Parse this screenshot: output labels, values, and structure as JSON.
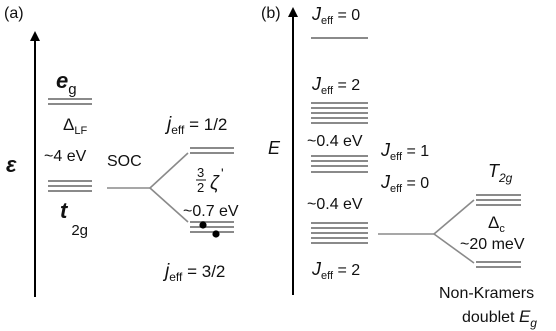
{
  "panel_a": {
    "label": "(a)",
    "axis_label": "ε",
    "eg": {
      "main": "e",
      "sub": "g"
    },
    "delta_lf": {
      "main": "Δ",
      "sub": "LF"
    },
    "lf_energy": "~4 eV",
    "t2g": {
      "main": "t",
      "sub": "2g"
    },
    "soc": "SOC",
    "j_half": {
      "main": "j",
      "sub": "eff",
      "rest": " = 1/2"
    },
    "zeta": {
      "num": "3",
      "den": "2",
      "sym": "ζ",
      "prime": "'"
    },
    "soc_energy": "~0.7 eV",
    "j_three_half": {
      "main": "j",
      "sub": "eff",
      "rest": " = 3/2"
    }
  },
  "panel_b": {
    "label": "(b)",
    "axis_label": "E",
    "j0_top": {
      "main": "J",
      "sub": "eff",
      "rest": " = 0"
    },
    "j2_upper": {
      "main": "J",
      "sub": "eff",
      "rest": " = 2"
    },
    "gap_upper": "~0.4 eV",
    "j1": {
      "main": "J",
      "sub": "eff",
      "rest": " = 1"
    },
    "j0_mid": {
      "main": "J",
      "sub": "eff",
      "rest": " = 0"
    },
    "gap_lower": "~0.4 eV",
    "j2_lower": {
      "main": "J",
      "sub": "eff",
      "rest": " = 2"
    },
    "t2g": {
      "main": "T",
      "sub": "2g"
    },
    "delta_c": {
      "main": "Δ",
      "sub": "c"
    },
    "crystal_energy": "~20 meV",
    "non_kramers_1": "Non-Kramers",
    "non_kramers_2": {
      "text": "doublet ",
      "main": "E",
      "sub": "g"
    }
  }
}
